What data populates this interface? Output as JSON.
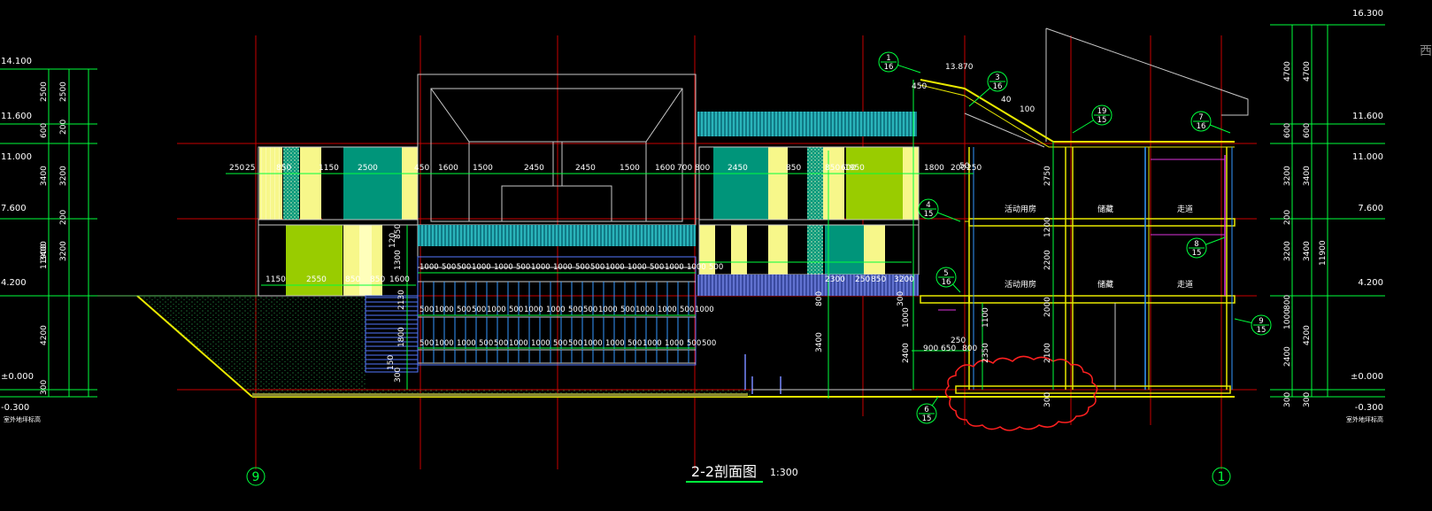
{
  "drawing": {
    "title": "2-2剖面图",
    "scale": "1:300",
    "axis_left": "9",
    "axis_right": "1",
    "corner_glyph": "西"
  },
  "levels_left": [
    "14.100",
    "11.600",
    "11.000",
    "7.600",
    "4.200",
    "±0.000",
    "-0.300"
  ],
  "levels_right": [
    "16.300",
    "11.600",
    "11.000",
    "7.600",
    "4.200",
    "±0.000",
    "-0.300"
  ],
  "outdoor_left": "室外地坪标高",
  "outdoor_right": "室外地坪标高",
  "dims_left_col1": [
    "2500",
    "600",
    "3400",
    "3400",
    "4200",
    "300"
  ],
  "dims_left_col2": [
    "2500",
    "200",
    "3200",
    "200",
    "3200",
    "11900"
  ],
  "dims_right_col1": [
    "4700",
    "600",
    "3200",
    "200",
    "3200",
    "800",
    "1000",
    "2400",
    "300"
  ],
  "dims_right_col2": [
    "4700",
    "600",
    "3400",
    "3400",
    "4200",
    "11900",
    "300"
  ],
  "top_row_dims": [
    "250",
    "25",
    "850",
    "1150",
    "2500",
    "450",
    "1600",
    "1500",
    "2450",
    "2450",
    "1500",
    "1600",
    "700",
    "800",
    "2450",
    "850",
    "850",
    "600",
    "1950",
    "1800",
    "200",
    "250"
  ],
  "mid_row_dims": [
    "1150",
    "2550",
    "850",
    "850",
    "1600",
    "250",
    "2300",
    "850",
    "3200"
  ],
  "grid_rows": [
    [
      "1000",
      "500",
      "500",
      "1000",
      "1000",
      "500",
      "1000",
      "1000",
      "500",
      "500",
      "1000",
      "1000",
      "500",
      "1000",
      "1000",
      "500"
    ],
    [
      "500",
      "1000",
      "500",
      "500",
      "1000",
      "500",
      "1000",
      "1000",
      "500",
      "500",
      "1000",
      "500",
      "1000",
      "1000",
      "500",
      "1000"
    ],
    [
      "500",
      "1000",
      "1000",
      "500",
      "500",
      "1000",
      "1000",
      "500",
      "500",
      "1000",
      "1000",
      "500",
      "1000",
      "1000",
      "500",
      "500"
    ]
  ],
  "vertical_dims": [
    "120",
    "850",
    "1300",
    "2130",
    "1800",
    "150",
    "300",
    "800",
    "3400",
    "300",
    "2750",
    "1200",
    "2200",
    "2000",
    "2100",
    "1100",
    "2350",
    "2400",
    "300",
    "1000"
  ],
  "section_small_dims": [
    "13.870",
    "450",
    "40",
    "100",
    "900",
    "650",
    "800",
    "250",
    "50"
  ],
  "rooms": [
    "活动用房",
    "储藏",
    "走道",
    "活动用房",
    "储藏",
    "走道"
  ],
  "callouts": [
    {
      "num": "1",
      "sheet": "16"
    },
    {
      "num": "3",
      "sheet": "16"
    },
    {
      "num": "19",
      "sheet": "15"
    },
    {
      "num": "7",
      "sheet": "16"
    },
    {
      "num": "4",
      "sheet": "15"
    },
    {
      "num": "5",
      "sheet": "16"
    },
    {
      "num": "8",
      "sheet": "15"
    },
    {
      "num": "9",
      "sheet": "15"
    },
    {
      "num": "6",
      "sheet": "15"
    }
  ],
  "colors": {
    "background": "#000000",
    "dim_green": "#00ff3c",
    "grid_red": "#c80000",
    "wall_yellow": "#ffff66",
    "teal": "#00957a",
    "lime": "#99cc00",
    "cyan": "#33dddd",
    "blue_panel": "#5566cc",
    "white_line": "#c8c8c8",
    "cloud_red": "#ff2020"
  }
}
